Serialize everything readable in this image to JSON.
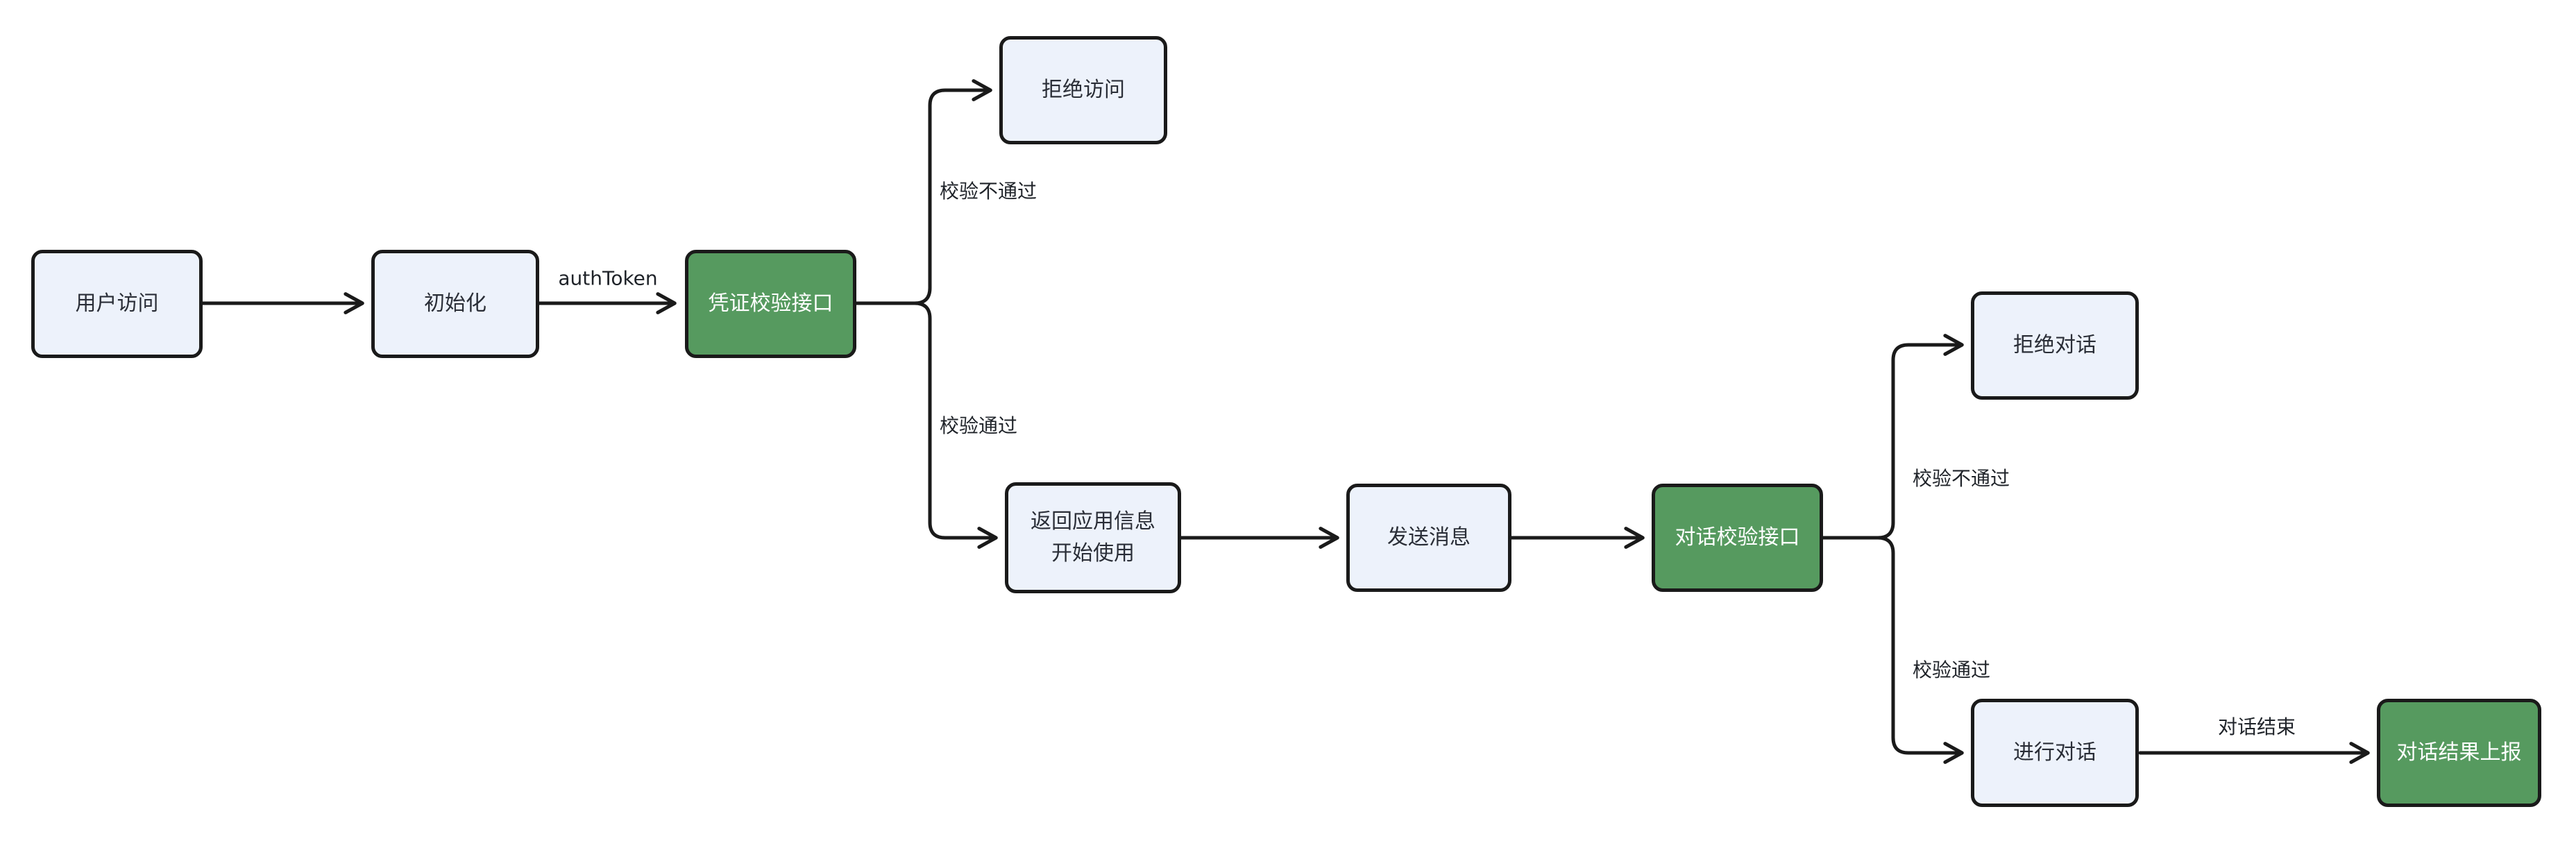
{
  "colors": {
    "node_fill": "#EDF2FB",
    "node_border": "#1A1A1A",
    "green_fill": "#569A5F",
    "green_text": "#FFFFFF",
    "node_text": "#2A2E37",
    "edge_line": "#1A1A1A",
    "edge_label_text": "#1F2329",
    "background": "#FFFFFF"
  },
  "diagram": {
    "type": "flowchart",
    "nodes": [
      {
        "id": "user-access",
        "label": "用户访问",
        "style": "light"
      },
      {
        "id": "init",
        "label": "初始化",
        "style": "light"
      },
      {
        "id": "cred-check",
        "label": "凭证校验接口",
        "style": "green"
      },
      {
        "id": "deny-access",
        "label": "拒绝访问",
        "style": "light"
      },
      {
        "id": "return-info",
        "label": "返回应用信息\n开始使用",
        "style": "light"
      },
      {
        "id": "send-msg",
        "label": "发送消息",
        "style": "light"
      },
      {
        "id": "dialog-check",
        "label": "对话校验接口",
        "style": "green"
      },
      {
        "id": "deny-dialog",
        "label": "拒绝对话",
        "style": "light"
      },
      {
        "id": "do-dialog",
        "label": "进行对话",
        "style": "light"
      },
      {
        "id": "report",
        "label": "对话结果上报",
        "style": "green"
      }
    ],
    "edge_labels": {
      "auth_token": "authToken",
      "cred_fail": "校验不通过",
      "cred_pass": "校验通过",
      "dialog_fail": "校验不通过",
      "dialog_pass": "校验通过",
      "dialog_end": "对话结束"
    },
    "edges": [
      {
        "from": "user-access",
        "to": "init"
      },
      {
        "from": "init",
        "to": "cred-check",
        "label": "authToken"
      },
      {
        "from": "cred-check",
        "to": "deny-access",
        "label": "校验不通过"
      },
      {
        "from": "cred-check",
        "to": "return-info",
        "label": "校验通过"
      },
      {
        "from": "return-info",
        "to": "send-msg"
      },
      {
        "from": "send-msg",
        "to": "dialog-check"
      },
      {
        "from": "dialog-check",
        "to": "deny-dialog",
        "label": "校验不通过"
      },
      {
        "from": "dialog-check",
        "to": "do-dialog",
        "label": "校验通过"
      },
      {
        "from": "do-dialog",
        "to": "report",
        "label": "对话结束"
      }
    ]
  }
}
